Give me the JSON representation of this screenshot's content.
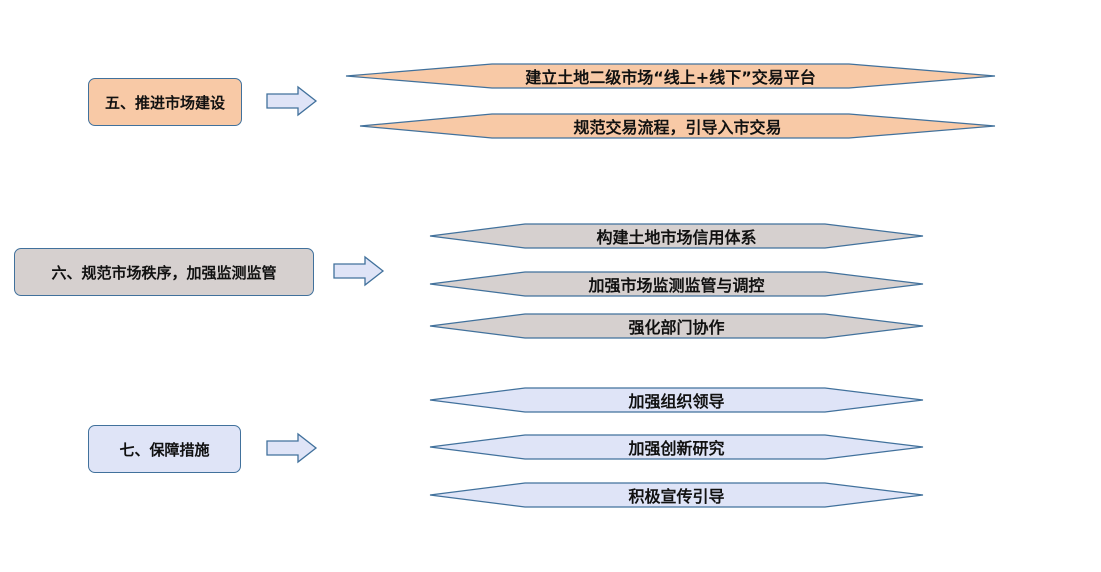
{
  "colors": {
    "orange_fill": "#f8c9a6",
    "gray_fill": "#d6d0cf",
    "blue_fill": "#dfe4f7",
    "stroke": "#41719c"
  },
  "sections": [
    {
      "title": "五、推进市场建设",
      "items": [
        "建立土地二级市场“线上+线下”交易平台",
        "规范交易流程，引导入市交易"
      ]
    },
    {
      "title": "六、规范市场秩序，加强监测监管",
      "items": [
        "构建土地市场信用体系",
        "加强市场监测监管与调控",
        "强化部门协作"
      ]
    },
    {
      "title": "七、保障措施",
      "items": [
        "加强组织领导",
        "加强创新研究",
        "积极宣传引导"
      ]
    }
  ]
}
